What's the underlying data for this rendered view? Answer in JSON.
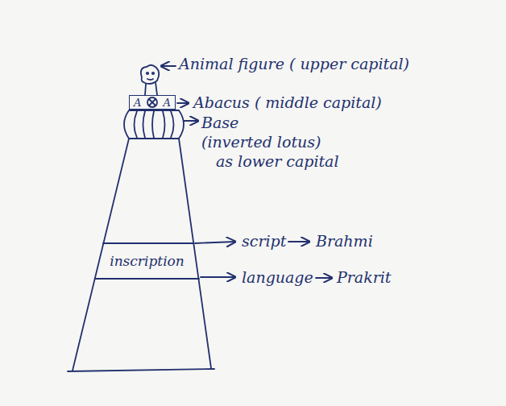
{
  "diagram": {
    "nodes": [
      {
        "text": [
          "A",
          "A"
        ]
      },
      {
        "text": [
          "inscription"
        ]
      }
    ],
    "labels": [
      "Animal figure ( upper capital)",
      "Abacus ( middle capital)",
      "Base",
      "(inverted lotus)",
      "as lower capital",
      "script",
      "Brahmi",
      "language",
      "Prakrit"
    ]
  }
}
